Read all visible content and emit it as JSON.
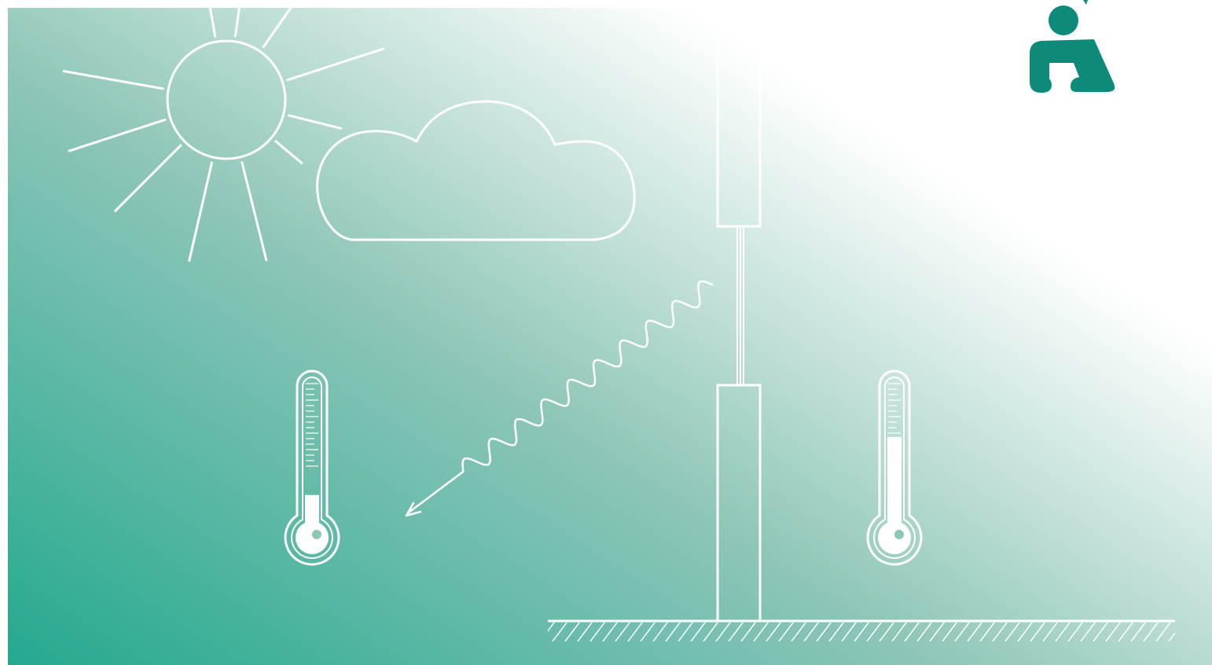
{
  "colors": {
    "gradient_dark": "#24a98f",
    "gradient_mid": "#8ec6b8",
    "gradient_light": "#ffffff",
    "line": "#ffffff",
    "logo": "#0e8a7a"
  },
  "icons": {
    "sun": "sun-icon",
    "cloud": "cloud-icon",
    "radiation": "wavy-arrow-icon",
    "thermometer_outside": "thermometer-icon",
    "thermometer_inside": "thermometer-icon",
    "wall": "wall-with-glazing",
    "ground": "hatched-ground",
    "logo": "reader-with-book-icon"
  },
  "diagram": {
    "thermometer_outside_level": 0.18,
    "thermometer_inside_level": 0.62
  }
}
